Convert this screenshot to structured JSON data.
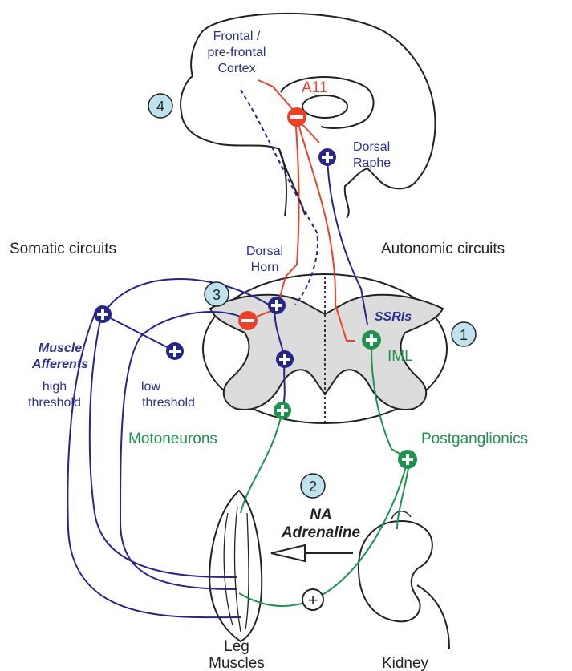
{
  "labels": {
    "cortex_line1": "Frontal /",
    "cortex_line2": "pre-frontal",
    "cortex_line3": "Cortex",
    "a11": "A11",
    "dorsal_raphe_1": "Dorsal",
    "dorsal_raphe_2": "Raphe",
    "somatic": "Somatic circuits",
    "autonomic": "Autonomic circuits",
    "dorsal_horn_1": "Dorsal",
    "dorsal_horn_2": "Horn",
    "ssris": "SSRIs",
    "iml": "IML",
    "muscle_afferents_1": "Muscle",
    "muscle_afferents_2": "Afferents",
    "high_1": "high",
    "high_2": "threshold",
    "low_1": "low",
    "low_2": "threshold",
    "motoneurons": "Motoneurons",
    "postganglionics": "Postganglionics",
    "na": "NA",
    "adrenaline": "Adrenaline",
    "leg_1": "Leg",
    "leg_2": "Muscles",
    "kidney": "Kidney"
  },
  "markers": {
    "m1": "1",
    "m2": "2",
    "m3": "3",
    "m4": "4"
  },
  "signs": {
    "plus": "+",
    "minus": "−"
  },
  "colors": {
    "outline": "#222222",
    "inhibitory": "#e8432a",
    "serotonergic": "#26258a",
    "autonomic": "#1f9150",
    "marker_fill": "#bfe3ee",
    "cord_gray": "#dcdcdc",
    "label_blue": "#2d2f8e",
    "label_green": "#1f9150"
  }
}
